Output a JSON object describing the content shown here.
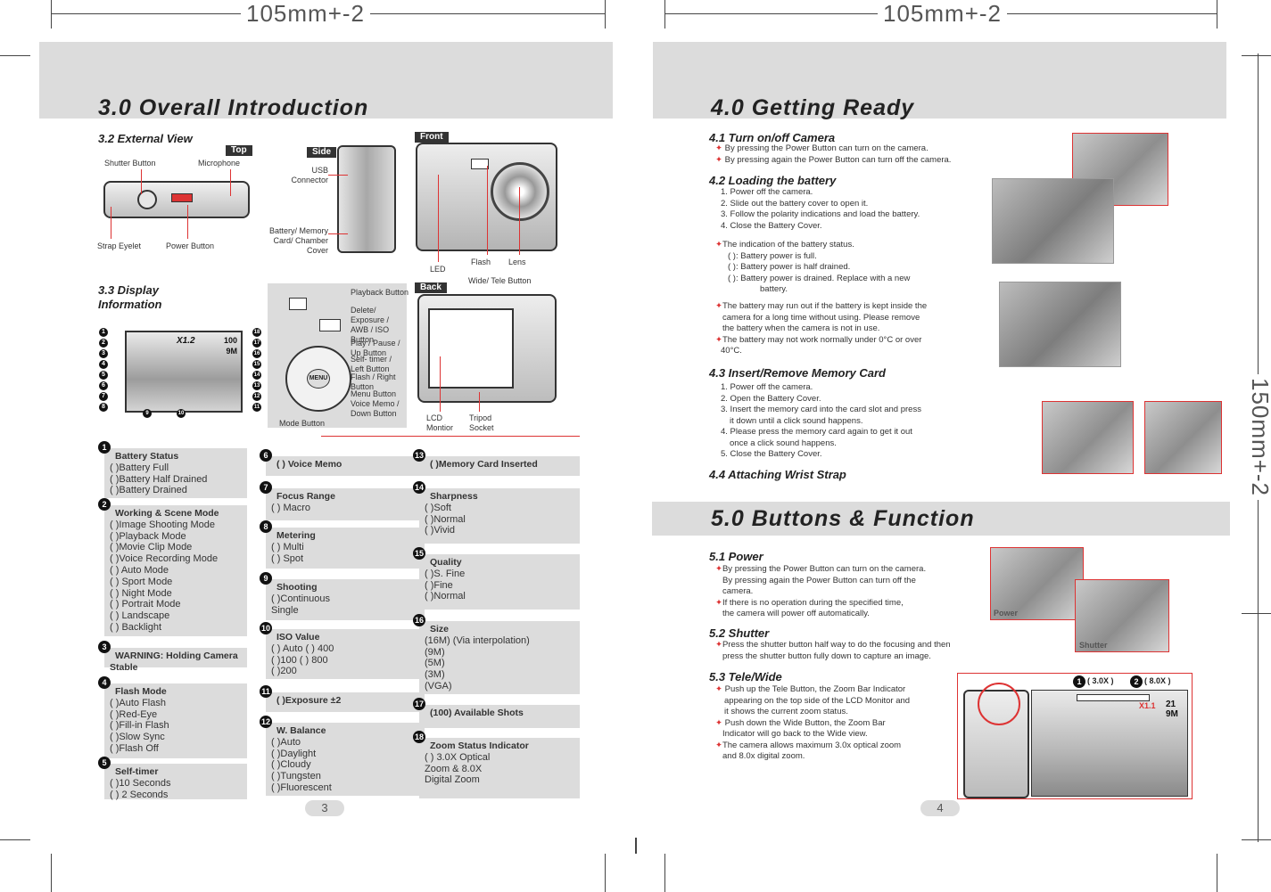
{
  "dimension_labels": {
    "top_left": "105mm+-2",
    "top_right": "105mm+-2",
    "side_right": "150mm+-2"
  },
  "left_page": {
    "title": "3.0 Overall Introduction",
    "external_view": {
      "heading": "3.2 External View",
      "tags": {
        "top": "Top",
        "side": "Side",
        "front": "Front",
        "back": "Back"
      },
      "labels": {
        "shutter": "Shutter Button",
        "microphone": "Microphone",
        "strap": "Strap Eyelet",
        "power": "Power Button",
        "usb": "USB Connector",
        "battery": "Battery/ Memory Card/ Chamber Cover",
        "led": "LED",
        "flash": "Flash",
        "lens": "Lens",
        "wide_tele": "Wide/ Tele Button",
        "lcd": "LCD Montior",
        "tripod": "Tripod Socket",
        "playback": "Playback Button",
        "delete": "Delete/ Exposure / AWB / ISO Button",
        "play_pause": "Play / Pause / Up Button",
        "self_timer": "Self- timer / Left Button",
        "flash_right": "Flash / Right Button",
        "menu": "Menu Button",
        "voice": "Voice Memo / Down Button",
        "mode": "Mode Button"
      }
    },
    "display_heading": "3.3 Display Information",
    "lcd_readout": {
      "zoom": "X1.2",
      "shots": "100",
      "size": "9M"
    },
    "page_number": "3",
    "col1": [
      {
        "n": "1",
        "title": "Battery Status",
        "lines": [
          "( )Battery Full",
          "( )Battery Half Drained",
          "( )Battery Drained"
        ]
      },
      {
        "n": "2",
        "title": "Working & Scene Mode",
        "lines": [
          "( )Image Shooting Mode",
          "( )Playback  Mode",
          "( )Movie Clip Mode",
          "( )Voice Recording Mode",
          "( ) Auto Mode",
          "( ) Sport Mode",
          "( ) Night Mode",
          "( ) Portrait Mode",
          "( ) Landscape",
          "( ) Backlight"
        ]
      },
      {
        "n": "3",
        "title": "WARNING: Holding Camera Stable",
        "lines": []
      },
      {
        "n": "4",
        "title": "Flash Mode",
        "lines": [
          "( )Auto Flash",
          "( )Red-Eye",
          "( )Fill-in Flash",
          "( )Slow Sync",
          "( )Flash Off"
        ]
      },
      {
        "n": "5",
        "title": "Self-timer",
        "lines": [
          "( )10 Seconds",
          "( ) 2 Seconds"
        ]
      }
    ],
    "col2": [
      {
        "n": "6",
        "title": "( ) Voice Memo",
        "lines": []
      },
      {
        "n": "7",
        "title": "Focus Range",
        "lines": [
          "( ) Macro"
        ]
      },
      {
        "n": "8",
        "title": "Metering",
        "lines": [
          "( ) Multi",
          "( ) Spot"
        ]
      },
      {
        "n": "9",
        "title": "Shooting",
        "lines": [
          "( )Continuous",
          "Single"
        ]
      },
      {
        "n": "10",
        "title": "ISO Value",
        "lines": [
          "( ) Auto      ( ) 400",
          "( )100        ( ) 800",
          "( )200"
        ]
      },
      {
        "n": "11",
        "title": "( )Exposure  ±2",
        "lines": []
      },
      {
        "n": "12",
        "title": "W. Balance",
        "lines": [
          "( )Auto",
          "( )Daylight",
          "( )Cloudy",
          "( )Tungsten",
          "( )Fluorescent"
        ]
      }
    ],
    "col3": [
      {
        "n": "13",
        "title": "( )Memory Card Inserted",
        "lines": []
      },
      {
        "n": "14",
        "title": "Sharpness",
        "lines": [
          "( )Soft",
          "( )Normal",
          "( )Vivid"
        ]
      },
      {
        "n": "15",
        "title": "Quality",
        "lines": [
          "( )S. Fine",
          "( )Fine",
          "( )Normal"
        ]
      },
      {
        "n": "16",
        "title": "Size",
        "lines": [
          "(16M) (Via interpolation)",
          "(9M)",
          "(5M)",
          "(3M)",
          "(VGA)"
        ]
      },
      {
        "n": "17",
        "title": "(100) Available Shots",
        "lines": []
      },
      {
        "n": "18",
        "title": "Zoom Status Indicator",
        "lines": [
          "(             ) 3.0X Optical",
          "Zoom & 8.0X",
          "Digital Zoom"
        ]
      }
    ]
  },
  "right_page": {
    "title": "4.0 Getting Ready",
    "s41": {
      "heading": "4.1 Turn on/off Camera",
      "lines": [
        "By pressing the Power Button can turn on the camera.",
        "By pressing again the Power Button can turn off the camera."
      ]
    },
    "s42": {
      "heading": "4.2 Loading the battery",
      "steps": [
        "1. Power off the camera.",
        "2. Slide out the battery cover to open it.",
        "3. Follow the polarity indications and load the battery.",
        "4. Close the Battery Cover."
      ],
      "status_intro": "The indication of the battery status.",
      "status": [
        "( ): Battery power is full.",
        "( ): Battery power is half drained.",
        "( ): Battery power is drained. Replace with a new",
        "battery."
      ],
      "notes": [
        "The battery may run out if the battery is kept inside the",
        "camera for a long time without using. Please remove",
        "the battery when the camera is not in use.",
        "The battery may not work normally under 0°C or over",
        "40°C."
      ]
    },
    "s43": {
      "heading": "4.3 Insert/Remove Memory Card",
      "steps": [
        "1. Power off the camera.",
        "2. Open the Battery Cover.",
        "3. Insert the memory card into the card slot and press",
        "it down until a click sound happens.",
        "4. Please press the memory card again to get it out",
        "once a click sound happens.",
        "5. Close the Battery Cover."
      ]
    },
    "s44": {
      "heading": "4.4 Attaching Wrist Strap"
    },
    "title2": "5.0 Buttons & Function",
    "s51": {
      "heading": "5.1 Power",
      "lines": [
        "By pressing the Power Button can turn on the camera.",
        "By pressing again the Power Button can turn off the",
        "camera.",
        "If there is no operation during the specified time,",
        "the camera will power off automatically."
      ],
      "photo_labels": {
        "power": "Power",
        "shutter": "Shutter"
      }
    },
    "s52": {
      "heading": "5.2 Shutter",
      "lines": [
        "Press the shutter button half way to do the focusing and then",
        "press the shutter button fully down to capture an image."
      ]
    },
    "s53": {
      "heading": "5.3 Tele/Wide",
      "lines": [
        "Push up the Tele Button, the Zoom Bar Indicator",
        "appearing on the top side of the LCD Monitor and",
        "it shows the current zoom status.",
        "Push down the Wide Button, the Zoom Bar",
        "Indicator will go back to the Wide view.",
        "The camera allows maximum 3.0x optical zoom",
        "and 8.0x digital zoom."
      ],
      "zoom": {
        "one": "( 3.0X )",
        "two": "( 8.0X )",
        "readout": "X1.1",
        "size": "21 9M"
      }
    },
    "page_number": "4"
  }
}
